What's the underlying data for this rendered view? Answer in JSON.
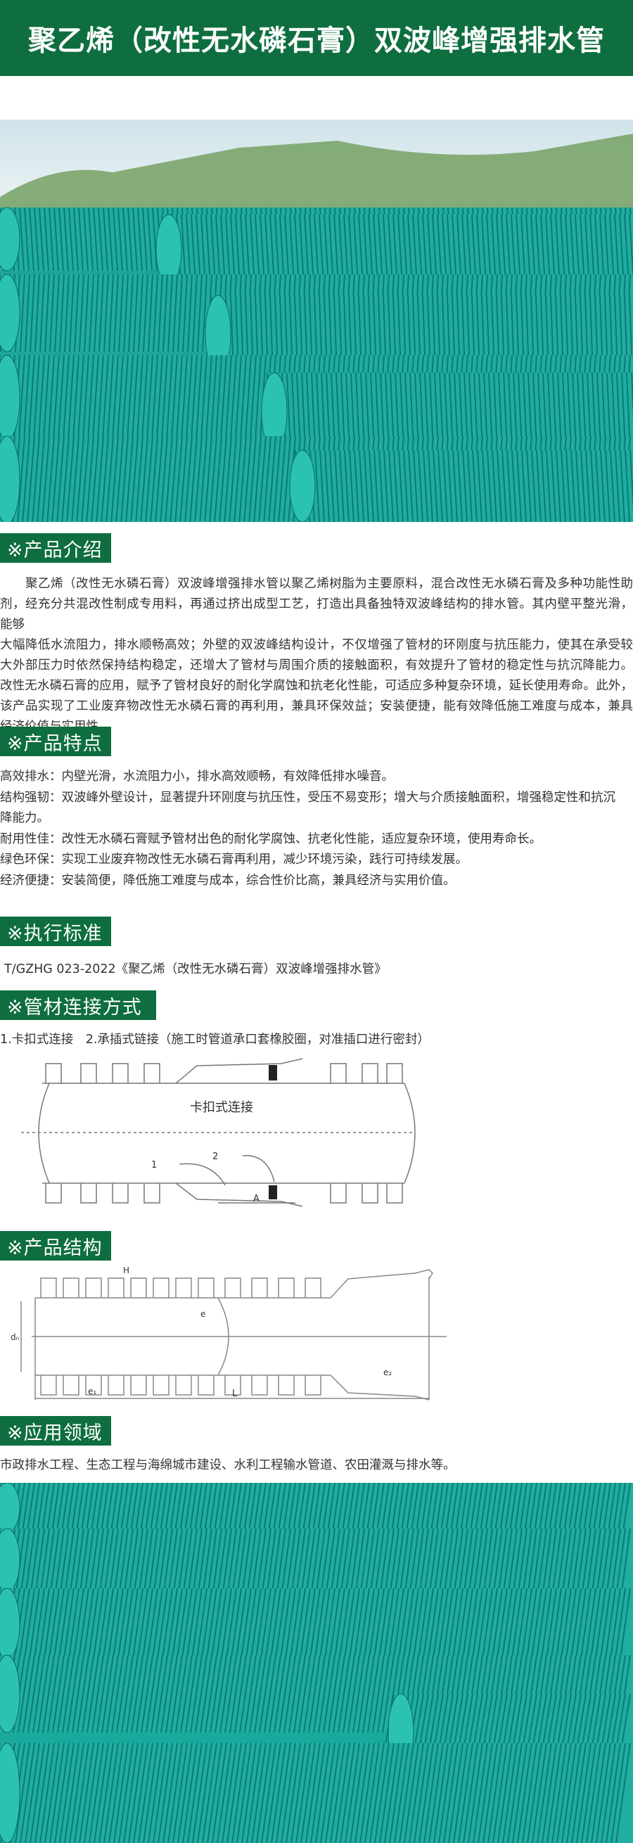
{
  "header": {
    "title": "聚乙烯（改性无水磷石膏）双波峰增强排水管"
  },
  "colors": {
    "brand_green": "#0e6e3f",
    "pipe_teal": "#1aa79c"
  },
  "sections": {
    "intro": {
      "heading": "※产品介绍",
      "lines": [
        "　　聚乙烯（改性无水磷石膏）双波峰增强排水管以聚乙烯树脂为主要原料，混合改性无水磷石膏及多种功能性助",
        "剂，经充分共混改性制成专用料，再通过挤出成型工艺，打造出具备独特双波峰结构的排水管。其内壁平整光滑，",
        "能够",
        "大幅降低水流阻力，排水顺畅高效；外壁的双波峰结构设计，不仅增强了管材的环刚度与抗压能力，使其在承受较",
        "大外部压力时依然保持结构稳定，还增大了管材与周围介质的接触面积，有效提升了管材的稳定性与抗沉降能力。",
        "改性无水磷石膏的应用，赋予了管材良好的耐化学腐蚀和抗老化性能，可适应多种复杂环境，延长使用寿命。此外，",
        "该产品实现了工业废弃物改性无水磷石膏的再利用，兼具环保效益；安装便捷，能有效降低施工难度与成本，兼具",
        "经济价值与实用性"
      ]
    },
    "features": {
      "heading": "※产品特点",
      "items": [
        {
          "label": "高效排水：",
          "text": "内壁光滑，水流阻力小，排水高效顺畅，有效降低排水噪音。"
        },
        {
          "label": "结构强韧：",
          "text": "双波峰外壁设计，显著提升环刚度与抗压性，受压不易变形；增大与介质接触面积，增强稳定性和抗沉",
          "cont": "降能力。"
        },
        {
          "label": "耐用性佳：",
          "text": "改性无水磷石膏赋予管材出色的耐化学腐蚀、抗老化性能，适应复杂环境，使用寿命长。"
        },
        {
          "label": "绿色环保：",
          "text": "实现工业废弃物改性无水磷石膏再利用，减少环境污染，践行可持续发展。"
        },
        {
          "label": "经济便捷：",
          "text": "安装简便，降低施工难度与成本，综合性价比高，兼具经济与实用价值。"
        }
      ]
    },
    "standard": {
      "heading": "※执行标准",
      "text": "T/GZHG 023-2022《聚乙烯（改性无水磷石膏）双波峰增强排水管》"
    },
    "connection": {
      "heading": "※管材连接方式",
      "text": "1.卡扣式连接　2.承插式链接（施工时管道承口套橡胶圈，对准插口进行密封）",
      "diagram": {
        "center_label": "卡扣式连接",
        "label_1": "1",
        "label_2": "2",
        "label_a": "A"
      }
    },
    "structure": {
      "heading": "※产品结构",
      "diagram": {
        "H": "H",
        "e": "e",
        "e1": "e₁",
        "e2": "e₂",
        "dn": "dₙ",
        "L": "L"
      }
    },
    "application": {
      "heading": "※应用领域",
      "text": "市政排水工程、生态工程与海绵城市建设、水利工程输水管道、农田灌溉与排水等。"
    }
  }
}
